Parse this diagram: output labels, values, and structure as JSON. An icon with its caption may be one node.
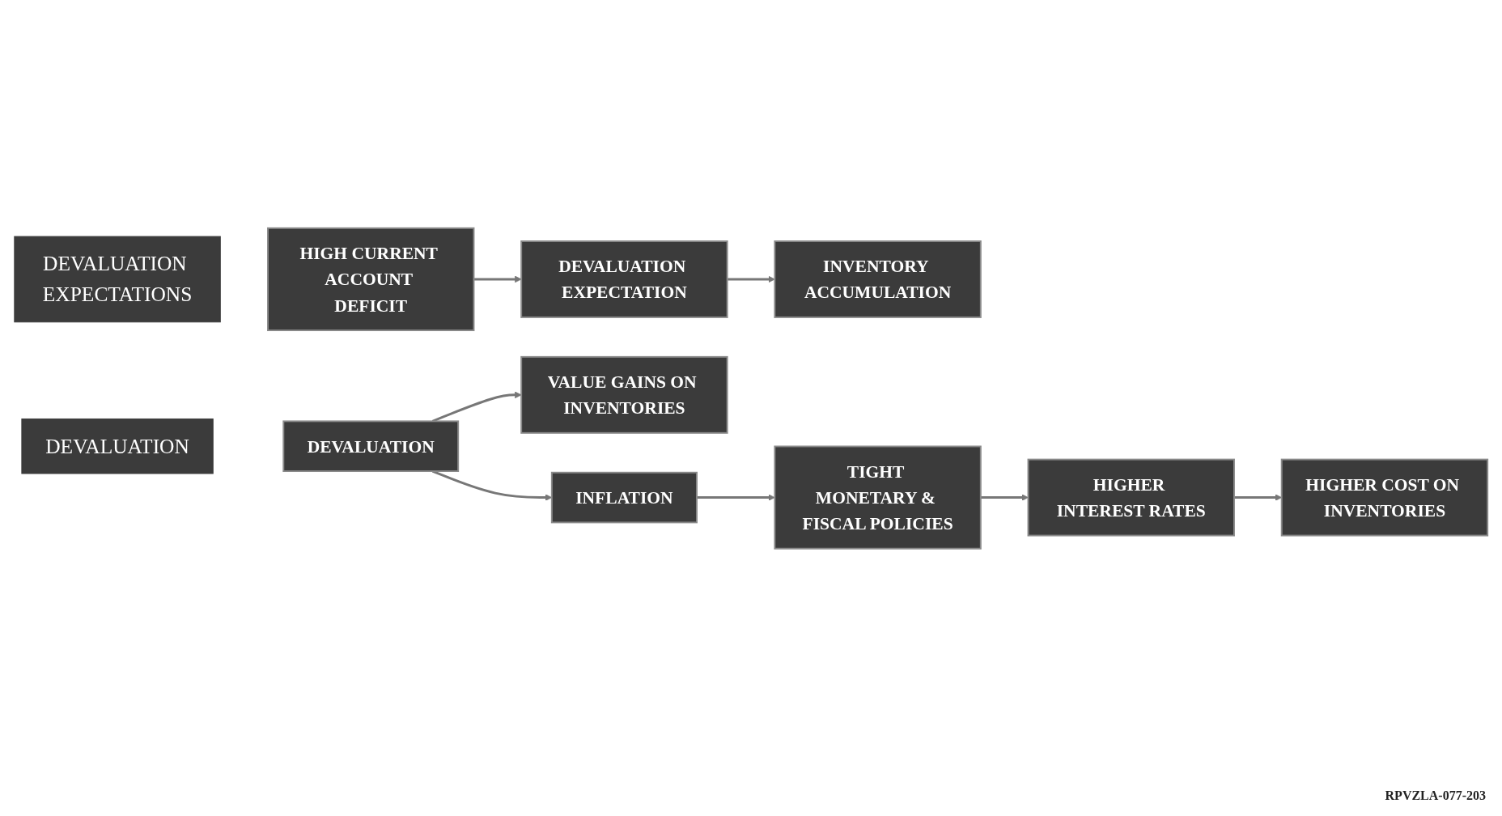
{
  "diagram": {
    "nodes": [
      {
        "text": [
          "DEVALUATION EXPECTATIONS"
        ]
      },
      {
        "text": [
          "HIGH CURRENT ACCOUNT DEFICIT"
        ]
      },
      {
        "text": [
          "DEVALUATION EXPECTATION"
        ]
      },
      {
        "text": [
          "INVENTORY ACCUMULATION"
        ]
      },
      {
        "text": [
          "DEVALUATION"
        ]
      },
      {
        "text": [
          "DEVALUATION"
        ]
      },
      {
        "text": [
          "VALUE GAINS ON INVENTORIES"
        ]
      },
      {
        "text": [
          "INFLATION"
        ]
      },
      {
        "text": [
          "TIGHT MONETARY & FISCAL POLICIES"
        ]
      },
      {
        "text": [
          "HIGHER INTEREST RATES"
        ]
      },
      {
        "text": [
          "HIGHER COST ON INVENTORIES"
        ]
      }
    ],
    "edges": [
      {
        "from": 1,
        "to": 2,
        "arrow": "to"
      },
      {
        "from": 2,
        "to": 3,
        "arrow": "to"
      },
      {
        "from": 5,
        "to": 6,
        "arrow": "to"
      },
      {
        "from": 5,
        "to": 7,
        "arrow": "to"
      },
      {
        "from": 7,
        "to": 8,
        "arrow": "to"
      },
      {
        "from": 8,
        "to": 9,
        "arrow": "to"
      },
      {
        "from": 9,
        "to": 10,
        "arrow": "to"
      }
    ],
    "labels": [
      "RPVZLA-077-203"
    ]
  }
}
